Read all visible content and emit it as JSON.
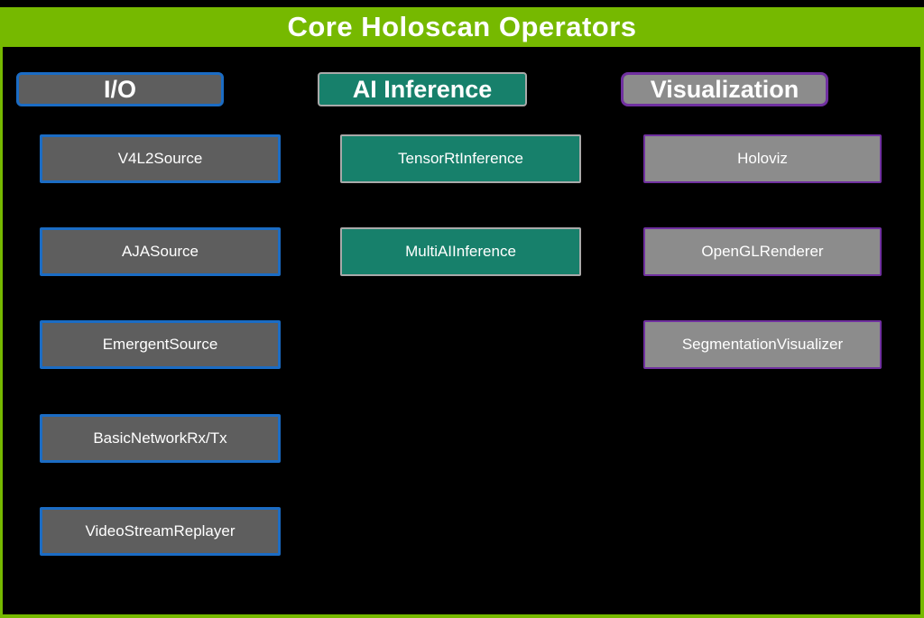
{
  "title": "Core Holoscan Operators",
  "colors": {
    "nvidia_green": "#76b900",
    "background": "#000000",
    "text_color": "#ffffff",
    "io_fill": "#5e5e5e",
    "io_border": "#1b6cc4",
    "ai_fill": "#17806b",
    "ai_border": "#a9a9a9",
    "viz_fill": "#8c8c8c",
    "viz_border": "#7030a0"
  },
  "columns": [
    {
      "id": "io",
      "label": "I/O",
      "items": [
        "V4L2Source",
        "AJASource",
        "EmergentSource",
        "BasicNetworkRx/Tx",
        "VideoStreamReplayer"
      ]
    },
    {
      "id": "ai-inference",
      "label": "AI Inference",
      "items": [
        "TensorRtInference",
        "MultiAIInference"
      ]
    },
    {
      "id": "visualization",
      "label": "Visualization",
      "items": [
        "Holoviz",
        "OpenGLRenderer",
        "SegmentationVisualizer"
      ]
    }
  ]
}
